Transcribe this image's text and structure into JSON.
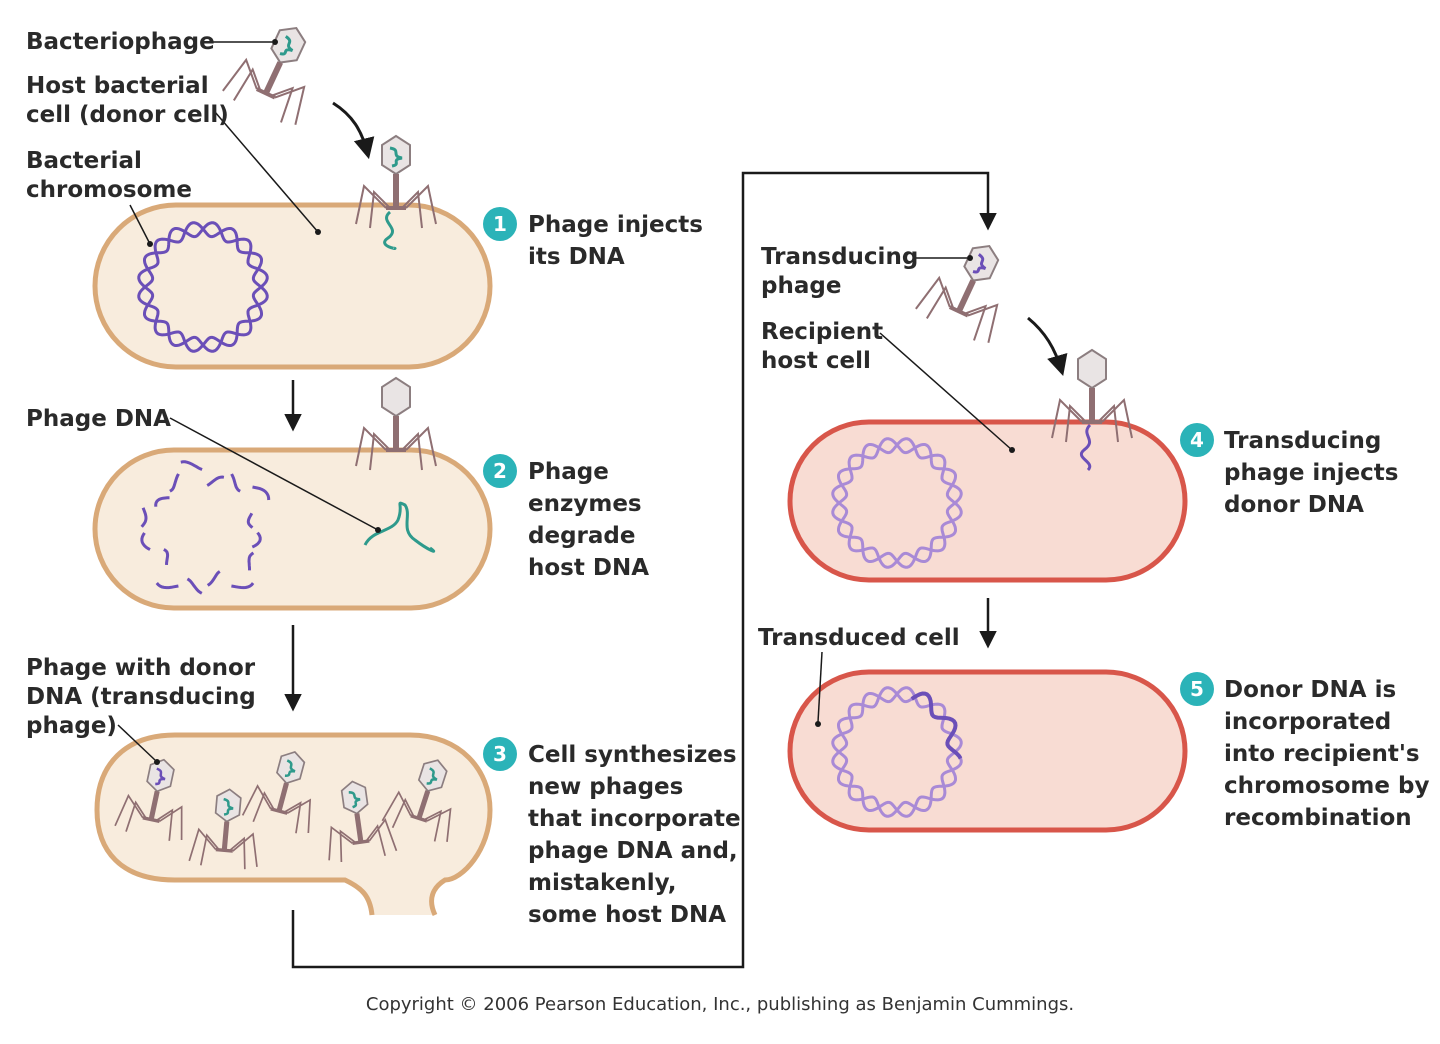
{
  "colors": {
    "donor_cell_fill": "#f8ecdd",
    "donor_cell_outline": "#d9a978",
    "recipient_cell_fill": "#f8dcd3",
    "recipient_cell_outline": "#d8564a",
    "host_chromosome": "#6b4fb8",
    "recipient_chromosome": "#a98ad6",
    "phage_dna": "#2e9a8c",
    "phage_tail": "#8f6f72",
    "step_badge": "#2bb3b8",
    "arrow": "#1a1a1a"
  },
  "labels": {
    "bacteriophage": "Bacteriophage",
    "host_cell": [
      "Host bacterial",
      "cell (donor cell)"
    ],
    "bacterial_chromosome": [
      "Bacterial",
      "chromosome"
    ],
    "phage_dna": "Phage DNA",
    "phage_with_donor": [
      "Phage with donor",
      "DNA (transducing",
      "phage)"
    ],
    "transducing_phage": [
      "Transducing",
      "phage"
    ],
    "recipient_host": [
      "Recipient",
      "host cell"
    ],
    "transduced_cell": "Transduced cell"
  },
  "steps": [
    {
      "number": "1",
      "lines": [
        "Phage injects",
        "its DNA"
      ]
    },
    {
      "number": "2",
      "lines": [
        "Phage",
        "enzymes",
        "degrade",
        "host DNA"
      ]
    },
    {
      "number": "3",
      "lines": [
        "Cell synthesizes",
        "new phages",
        "that incorporate",
        "phage DNA and,",
        "mistakenly,",
        "some host DNA"
      ]
    },
    {
      "number": "4",
      "lines": [
        "Transducing",
        "phage injects",
        "donor DNA"
      ]
    },
    {
      "number": "5",
      "lines": [
        "Donor DNA is",
        "incorporated",
        "into recipient's",
        "chromosome by",
        "recombination"
      ]
    }
  ],
  "copyright": "Copyright © 2006 Pearson Education, Inc., publishing as Benjamin Cummings."
}
